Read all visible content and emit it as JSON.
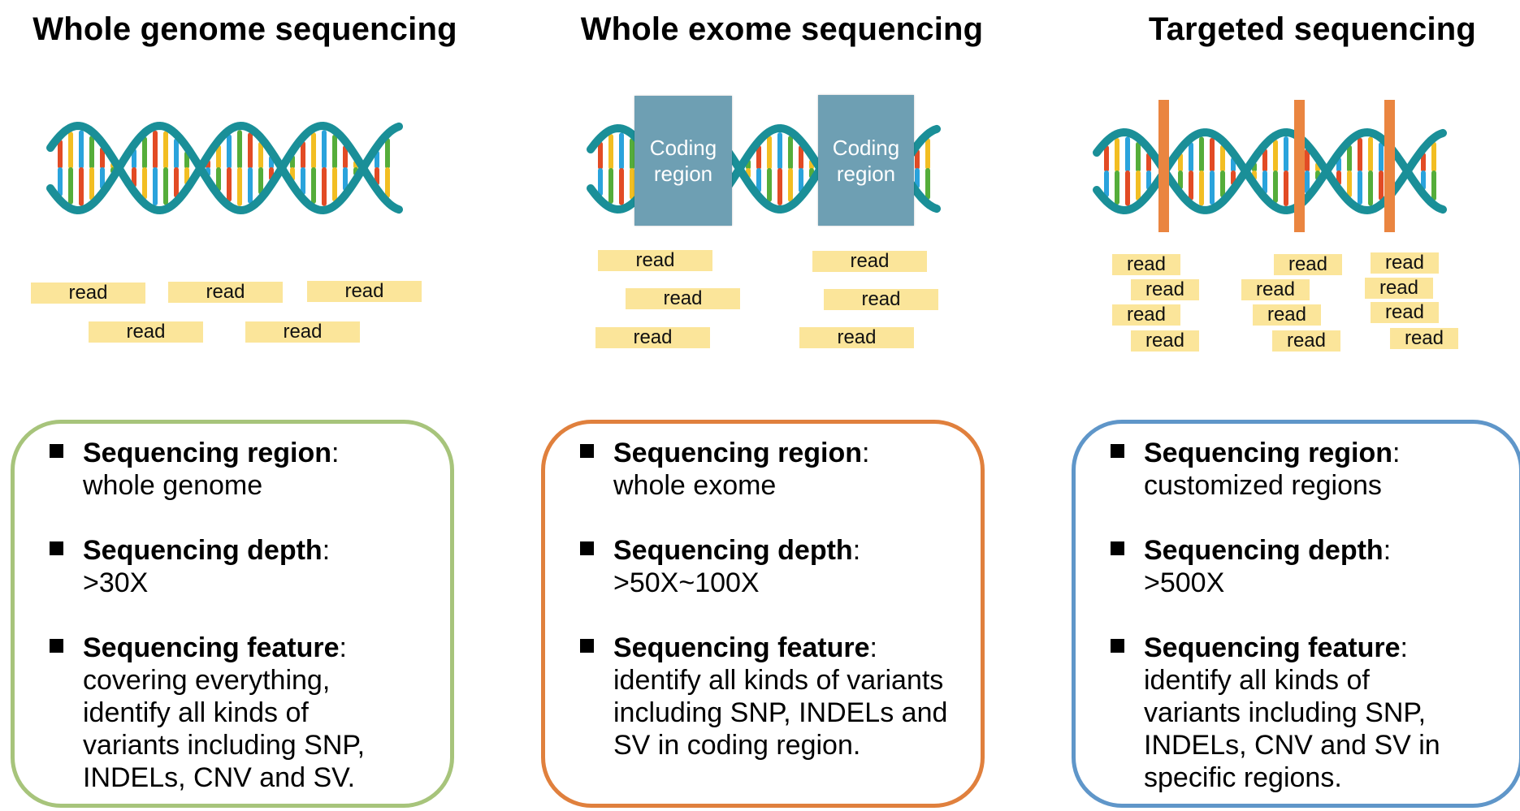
{
  "panels": [
    {
      "title": "Whole genome sequencing",
      "border_color": "#a7c47b",
      "reads": [
        "read",
        "read",
        "read",
        "read",
        "read"
      ],
      "items": [
        {
          "label": "Sequencing region",
          "colon": ":",
          "value": "whole genome"
        },
        {
          "label": "Sequencing depth",
          "colon": ":",
          "value": ">30X"
        },
        {
          "label": "Sequencing feature",
          "colon": ":",
          "value": "covering everything, identify all kinds of variants including SNP, INDELs, CNV and SV."
        }
      ]
    },
    {
      "title": "Whole exome sequencing",
      "border_color": "#e0803d",
      "coding_regions": [
        "Coding region",
        "Coding region"
      ],
      "reads": [
        "read",
        "read",
        "read",
        "read",
        "read",
        "read"
      ],
      "items": [
        {
          "label": "Sequencing region",
          "colon": ":",
          "value": "whole exome"
        },
        {
          "label": "Sequencing depth",
          "colon": ":",
          "value": ">50X~100X"
        },
        {
          "label": "Sequencing feature",
          "colon": ":",
          "value": "identify all kinds of variants including SNP, INDELs and SV in coding region."
        }
      ]
    },
    {
      "title": "Targeted sequencing",
      "border_color": "#5f96c9",
      "target_color": "#ea8540",
      "reads": [
        "read",
        "read",
        "read",
        "read",
        "read",
        "read",
        "read",
        "read",
        "read",
        "read",
        "read",
        "read"
      ],
      "items": [
        {
          "label": "Sequencing region",
          "colon": ":",
          "value": "customized regions"
        },
        {
          "label": "Sequencing depth",
          "colon": ":",
          "value": ">500X"
        },
        {
          "label": "Sequencing feature",
          "colon": ":",
          "value": "identify all kinds of variants including SNP, INDELs, CNV and SV in specific regions."
        }
      ]
    }
  ],
  "colors": {
    "helix": "#1a8f98",
    "base_pairs": [
      "#e24b25",
      "#f2be22",
      "#2aa3dc",
      "#55ad3a"
    ],
    "read_fill": "#fbe59a",
    "coding_box": "#6e9fb3"
  }
}
